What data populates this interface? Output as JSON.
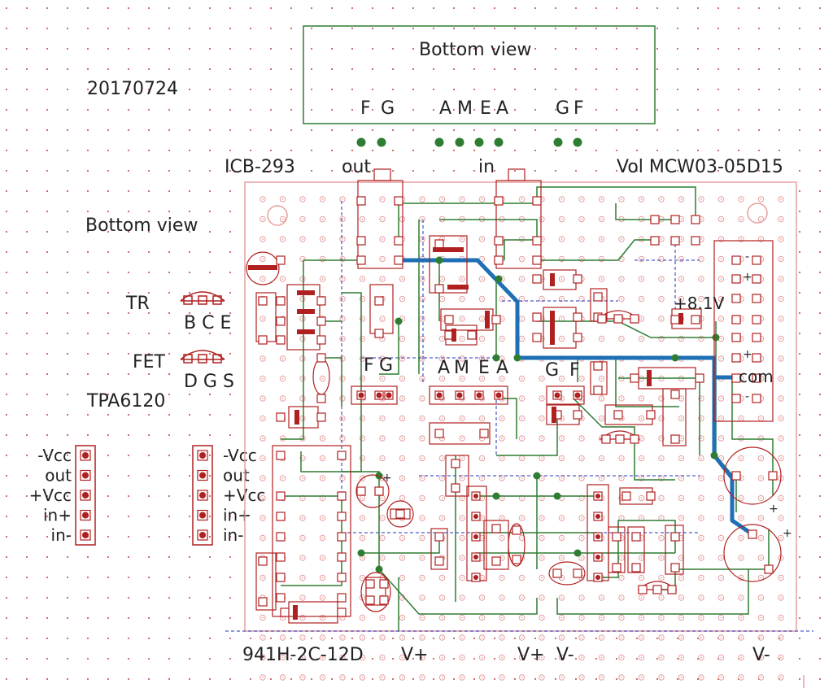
{
  "labels": {
    "date": "20170724",
    "bottom_view_top": "Bottom view",
    "bottom_view_left": "Bottom view",
    "icb": "ICB-293",
    "out_jack": "out",
    "in_jack": "in",
    "vol": "Vol MCW03-05D15",
    "tr": "TR",
    "tr_pins": "B C E",
    "fet": "FET",
    "fet_pins": "D G S",
    "tpa": "TPA6120",
    "relay": "941H-2C-12D",
    "v_plus_1": "V+",
    "v_plus_2": "V+",
    "v_minus_1": "V-",
    "v_minus_2": "V-",
    "plus_81v": "+8.1V",
    "com": "com",
    "box_pins": {
      "f": "F",
      "g": "G",
      "a1": "A",
      "m": "M",
      "e": "E",
      "a2": "A",
      "g2": "G",
      "f2": "F"
    },
    "board_pins": {
      "f": "F",
      "g": "G",
      "a1": "A",
      "m": "M",
      "e": "E",
      "a2": "A",
      "g2": "G",
      "f2": "F"
    }
  },
  "connector_left": [
    "-Vcc",
    "out",
    "+Vcc",
    "in+",
    "in-"
  ],
  "connector_right": [
    "-Vcc",
    "out",
    "+Vcc",
    "in+",
    "in-"
  ],
  "colors": {
    "grid_dot": "#c04040",
    "board_outline": "#e7a0a0",
    "pad": "#b02020",
    "trace": "#2e7d32",
    "wire": "#1f6fb5",
    "jumper": "#2233bb",
    "text": "#222222"
  }
}
